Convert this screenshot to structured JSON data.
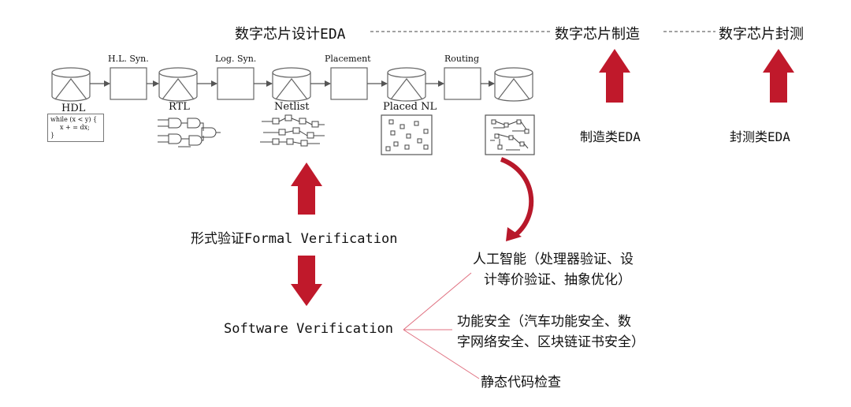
{
  "top_flow": {
    "design": "数字芯片设计EDA",
    "manufacturing": "数字芯片制造",
    "packaging": "数字芯片封测"
  },
  "tool_flow": {
    "steps": [
      {
        "name": "H.L. Syn."
      },
      {
        "name": "Log. Syn."
      },
      {
        "name": "Placement"
      },
      {
        "name": "Routing"
      }
    ],
    "stages": [
      {
        "name": "HDL"
      },
      {
        "name": "RTL"
      },
      {
        "name": "Netlist"
      },
      {
        "name": "Placed NL"
      }
    ],
    "code_lines": [
      "while (x < y) {",
      "x + = dx;",
      "}"
    ]
  },
  "side_tools": {
    "manufacturing": "制造类EDA",
    "packaging": "封测类EDA"
  },
  "verification": {
    "formal": "形式验证Formal Verification",
    "software": "Software Verification"
  },
  "applications": [
    {
      "line1": "人工智能（处理器验证、设",
      "line2": "计等价验证、抽象优化）"
    },
    {
      "line1": "功能安全（汽车功能安全、数",
      "line2": "字网络安全、区块链证书安全）"
    },
    {
      "line1": "静态代码检查",
      "line2": ""
    }
  ],
  "colors": {
    "arrow": "#c0192b",
    "connector": "#e07080",
    "stroke": "#666666",
    "dashed": "#444444"
  }
}
